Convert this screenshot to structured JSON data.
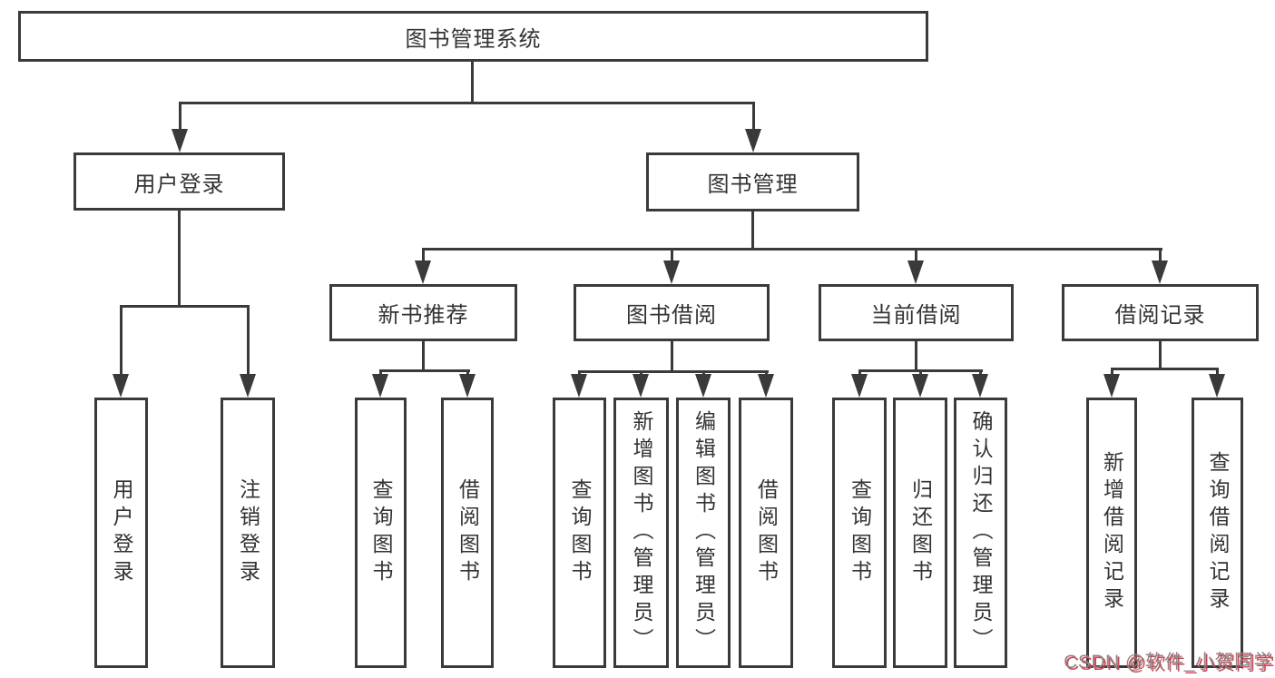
{
  "colors": {
    "line": "#3a3a3a",
    "text": "#333333",
    "watermark_gray": "#8a8a8a",
    "watermark_red": "#d84052"
  },
  "nodes": {
    "root": "图书管理系统",
    "user_login": "用户登录",
    "book_mgmt": "图书管理",
    "new_book_rec": "新书推荐",
    "book_borrow": "图书借阅",
    "current_borrow": "当前借阅",
    "borrow_records": "借阅记录",
    "leaf_user_login": "用户登录",
    "leaf_logout": "注销登录",
    "leaf_query_books_rec": "查询图书",
    "leaf_borrow_books_rec": "借阅图书",
    "leaf_query_books_bb": "查询图书",
    "leaf_add_books": "新增图书（管理员）",
    "leaf_edit_books": "编辑图书（管理员）",
    "leaf_borrow_books_bb": "借阅图书",
    "leaf_query_books_cur": "查询图书",
    "leaf_return_books": "归还图书",
    "leaf_confirm_return": "确认归还（管理员）",
    "leaf_add_borrow_record": "新增借阅记录",
    "leaf_query_borrow_record": "查询借阅记录"
  },
  "watermark": "CSDN @软件_小贺同学"
}
